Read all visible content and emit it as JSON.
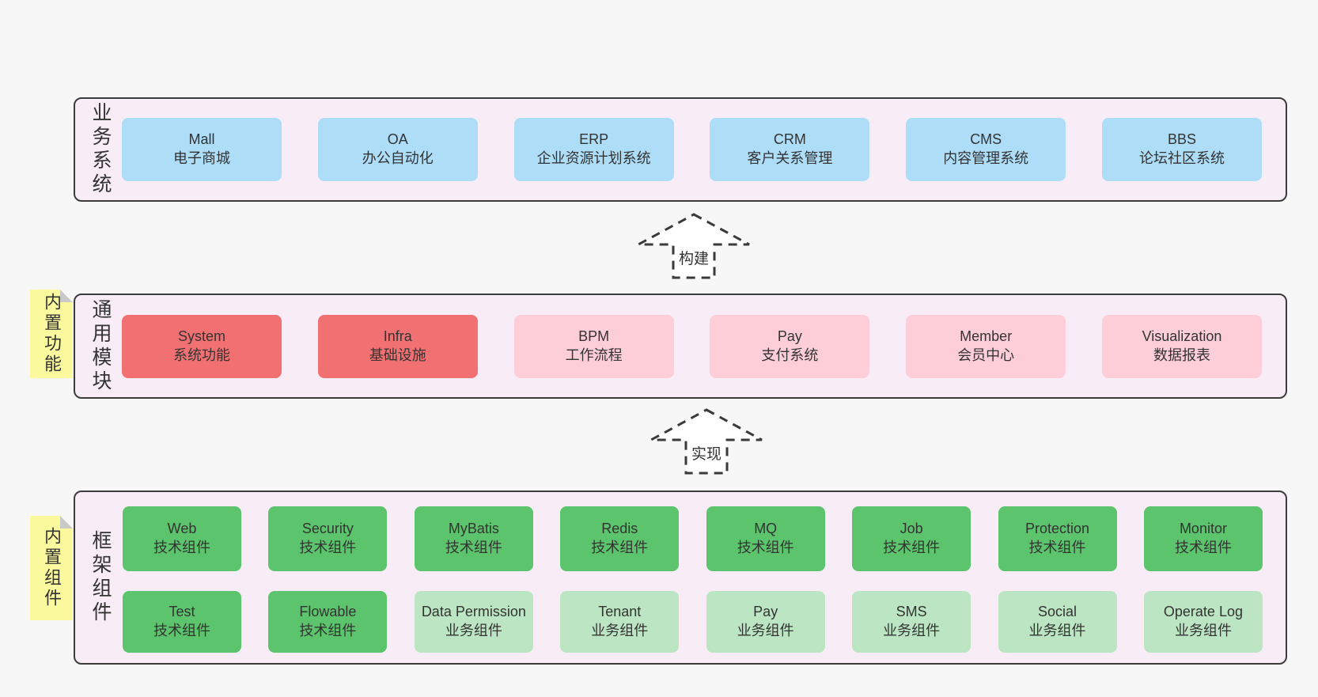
{
  "colors": {
    "page_bg": "#f7f7f7",
    "band_bg": "#f8edf6",
    "band_border": "#3c3c3c",
    "text": "#333333",
    "blue": "#aeddf8",
    "red": "#f17173",
    "pink": "#fdced7",
    "green": "#5cc46c",
    "light_green": "#bce6c3",
    "note_yellow": "#fbf99e",
    "note_fold": "#c9c9c9",
    "arrow_stroke": "#3a3a3a"
  },
  "arrows": [
    {
      "label": "构建"
    },
    {
      "label": "实现"
    }
  ],
  "bands": {
    "business": {
      "label": "业务系统",
      "boxes": [
        {
          "en": "Mall",
          "zh": "电子商城",
          "variant": "blue"
        },
        {
          "en": "OA",
          "zh": "办公自动化",
          "variant": "blue"
        },
        {
          "en": "ERP",
          "zh": "企业资源计划系统",
          "variant": "blue"
        },
        {
          "en": "CRM",
          "zh": "客户关系管理",
          "variant": "blue"
        },
        {
          "en": "CMS",
          "zh": "内容管理系统",
          "variant": "blue"
        },
        {
          "en": "BBS",
          "zh": "论坛社区系统",
          "variant": "blue"
        }
      ]
    },
    "modules": {
      "label": "通用模块",
      "note": "内置功能",
      "boxes": [
        {
          "en": "System",
          "zh": "系统功能",
          "variant": "red"
        },
        {
          "en": "Infra",
          "zh": "基础设施",
          "variant": "red"
        },
        {
          "en": "BPM",
          "zh": "工作流程",
          "variant": "pink"
        },
        {
          "en": "Pay",
          "zh": "支付系统",
          "variant": "pink"
        },
        {
          "en": "Member",
          "zh": "会员中心",
          "variant": "pink"
        },
        {
          "en": "Visualization",
          "zh": "数据报表",
          "variant": "pink"
        }
      ]
    },
    "framework": {
      "label": "框架组件",
      "note": "内置组件",
      "rows": [
        [
          {
            "en": "Web",
            "zh": "技术组件",
            "variant": "green"
          },
          {
            "en": "Security",
            "zh": "技术组件",
            "variant": "green"
          },
          {
            "en": "MyBatis",
            "zh": "技术组件",
            "variant": "green"
          },
          {
            "en": "Redis",
            "zh": "技术组件",
            "variant": "green"
          },
          {
            "en": "MQ",
            "zh": "技术组件",
            "variant": "green"
          },
          {
            "en": "Job",
            "zh": "技术组件",
            "variant": "green"
          },
          {
            "en": "Protection",
            "zh": "技术组件",
            "variant": "green"
          },
          {
            "en": "Monitor",
            "zh": "技术组件",
            "variant": "green"
          }
        ],
        [
          {
            "en": "Test",
            "zh": "技术组件",
            "variant": "green"
          },
          {
            "en": "Flowable",
            "zh": "技术组件",
            "variant": "green"
          },
          {
            "en": "Data Permission",
            "zh": "业务组件",
            "variant": "light_green"
          },
          {
            "en": "Tenant",
            "zh": "业务组件",
            "variant": "light_green"
          },
          {
            "en": "Pay",
            "zh": "业务组件",
            "variant": "light_green"
          },
          {
            "en": "SMS",
            "zh": "业务组件",
            "variant": "light_green"
          },
          {
            "en": "Social",
            "zh": "业务组件",
            "variant": "light_green"
          },
          {
            "en": "Operate Log",
            "zh": "业务组件",
            "variant": "light_green"
          }
        ]
      ]
    }
  }
}
